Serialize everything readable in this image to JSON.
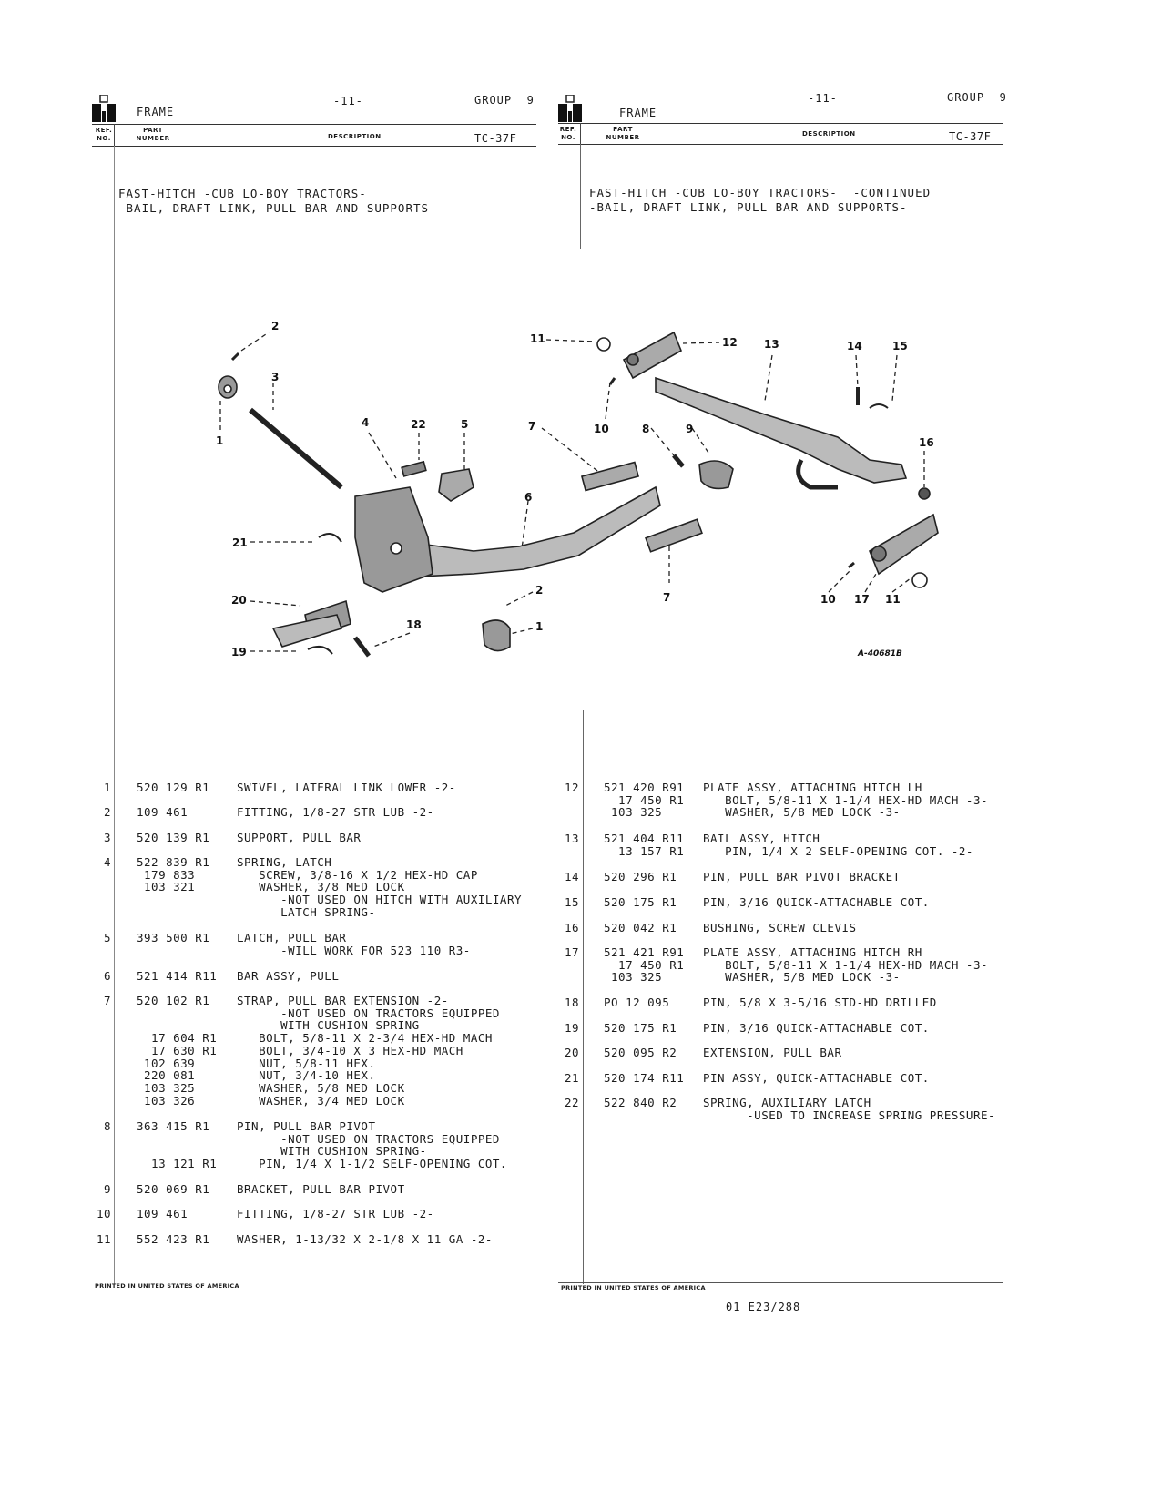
{
  "left_header": {
    "section": "FRAME",
    "page": "-11-",
    "group": "GROUP  9",
    "col_ref": [
      "REF.",
      "NO."
    ],
    "col_part": [
      "PART",
      "NUMBER"
    ],
    "col_desc": "DESCRIPTION",
    "catalog": "TC-37F"
  },
  "right_header": {
    "section": "FRAME",
    "page": "-11-",
    "group": "GROUP  9",
    "col_ref": [
      "REF.",
      "NO."
    ],
    "col_part": [
      "PART",
      "NUMBER"
    ],
    "col_desc": "DESCRIPTION",
    "catalog": "TC-37F"
  },
  "left_title": [
    "FAST-HITCH -CUB LO-BOY TRACTORS-",
    "-BAIL, DRAFT LINK, PULL BAR AND SUPPORTS-"
  ],
  "right_title": [
    "FAST-HITCH -CUB LO-BOY TRACTORS-  -CONTINUED",
    "-BAIL, DRAFT LINK, PULL BAR AND SUPPORTS-"
  ],
  "illustration": {
    "code": "A-40681B",
    "labels": [
      "2",
      "3",
      "1",
      "4",
      "22",
      "5",
      "7",
      "6",
      "21",
      "20",
      "18",
      "19",
      "2",
      "1",
      "11",
      "12",
      "13",
      "14",
      "15",
      "10",
      "8",
      "9",
      "16",
      "7",
      "10",
      "17",
      "11"
    ]
  },
  "left_parts": [
    {
      "ref": "1",
      "lines": [
        [
          "520 129 R1",
          "SWIVEL, LATERAL LINK LOWER -2-"
        ]
      ]
    },
    {
      "ref": "2",
      "lines": [
        [
          "109 461",
          "FITTING, 1/8-27 STR LUB -2-"
        ]
      ]
    },
    {
      "ref": "3",
      "lines": [
        [
          "520 139 R1",
          "SUPPORT, PULL BAR"
        ]
      ]
    },
    {
      "ref": "4",
      "lines": [
        [
          "522 839 R1",
          "SPRING, LATCH"
        ],
        [
          " 179 833",
          "   SCREW, 3/8-16 X 1/2 HEX-HD CAP"
        ],
        [
          " 103 321",
          "   WASHER, 3/8 MED LOCK"
        ],
        [
          "",
          "      -NOT USED ON HITCH WITH AUXILIARY"
        ],
        [
          "",
          "      LATCH SPRING-"
        ]
      ]
    },
    {
      "ref": "5",
      "lines": [
        [
          "393 500 R1",
          "LATCH, PULL BAR"
        ],
        [
          "",
          "      -WILL WORK FOR 523 110 R3-"
        ]
      ]
    },
    {
      "ref": "6",
      "lines": [
        [
          "521 414 R11",
          "BAR ASSY, PULL"
        ]
      ]
    },
    {
      "ref": "7",
      "lines": [
        [
          "520 102 R1",
          "STRAP, PULL BAR EXTENSION -2-"
        ],
        [
          "",
          "      -NOT USED ON TRACTORS EQUIPPED"
        ],
        [
          "",
          "      WITH CUSHION SPRING-"
        ],
        [
          "  17 604 R1",
          "   BOLT, 5/8-11 X 2-3/4 HEX-HD MACH"
        ],
        [
          "  17 630 R1",
          "   BOLT, 3/4-10 X 3 HEX-HD MACH"
        ],
        [
          " 102 639",
          "   NUT, 5/8-11 HEX."
        ],
        [
          " 220 081",
          "   NUT, 3/4-10 HEX."
        ],
        [
          " 103 325",
          "   WASHER, 5/8 MED LOCK"
        ],
        [
          " 103 326",
          "   WASHER, 3/4 MED LOCK"
        ]
      ]
    },
    {
      "ref": "8",
      "lines": [
        [
          "363 415 R1",
          "PIN, PULL BAR PIVOT"
        ],
        [
          "",
          "      -NOT USED ON TRACTORS EQUIPPED"
        ],
        [
          "",
          "      WITH CUSHION SPRING-"
        ],
        [
          "  13 121 R1",
          "   PIN, 1/4 X 1-1/2 SELF-OPENING COT."
        ]
      ]
    },
    {
      "ref": "9",
      "lines": [
        [
          "520 069 R1",
          "BRACKET, PULL BAR PIVOT"
        ]
      ]
    },
    {
      "ref": "10",
      "lines": [
        [
          "109 461",
          "FITTING, 1/8-27 STR LUB -2-"
        ]
      ]
    },
    {
      "ref": "11",
      "lines": [
        [
          "552 423 R1",
          "WASHER, 1-13/32 X 2-1/8 X 11 GA -2-"
        ]
      ]
    }
  ],
  "right_parts": [
    {
      "ref": "12",
      "lines": [
        [
          "521 420 R91",
          "PLATE ASSY, ATTACHING HITCH LH"
        ],
        [
          "  17 450 R1",
          "   BOLT, 5/8-11 X 1-1/4 HEX-HD MACH -3-"
        ],
        [
          " 103 325",
          "   WASHER, 5/8 MED LOCK -3-"
        ]
      ]
    },
    {
      "ref": "13",
      "lines": [
        [
          "521 404 R11",
          "BAIL ASSY, HITCH"
        ],
        [
          "  13 157 R1",
          "   PIN, 1/4 X 2 SELF-OPENING COT. -2-"
        ]
      ]
    },
    {
      "ref": "14",
      "lines": [
        [
          "520 296 R1",
          "PIN, PULL BAR PIVOT BRACKET"
        ]
      ]
    },
    {
      "ref": "15",
      "lines": [
        [
          "520 175 R1",
          "PIN, 3/16 QUICK-ATTACHABLE COT."
        ]
      ]
    },
    {
      "ref": "16",
      "lines": [
        [
          "520 042 R1",
          "BUSHING, SCREW CLEVIS"
        ]
      ]
    },
    {
      "ref": "17",
      "lines": [
        [
          "521 421 R91",
          "PLATE ASSY, ATTACHING HITCH RH"
        ],
        [
          "  17 450 R1",
          "   BOLT, 5/8-11 X 1-1/4 HEX-HD MACH -3-"
        ],
        [
          " 103 325",
          "   WASHER, 5/8 MED LOCK -3-"
        ]
      ]
    },
    {
      "ref": "18",
      "lines": [
        [
          "PO 12 095",
          "PIN, 5/8 X 3-5/16 STD-HD DRILLED"
        ]
      ]
    },
    {
      "ref": "19",
      "lines": [
        [
          "520 175 R1",
          "PIN, 3/16 QUICK-ATTACHABLE COT."
        ]
      ]
    },
    {
      "ref": "20",
      "lines": [
        [
          "520 095 R2",
          "EXTENSION, PULL BAR"
        ]
      ]
    },
    {
      "ref": "21",
      "lines": [
        [
          "520 174 R11",
          "PIN ASSY, QUICK-ATTACHABLE COT."
        ]
      ]
    },
    {
      "ref": "22",
      "lines": [
        [
          "522 840 R2",
          "SPRING, AUXILIARY LATCH"
        ],
        [
          "",
          "      -USED TO INCREASE SPRING PRESSURE-"
        ]
      ]
    }
  ],
  "printed_left": "PRINTED IN UNITED STATES OF AMERICA",
  "printed_right": "PRINTED IN UNITED STATES OF AMERICA",
  "footer_code": "01 E23/288"
}
